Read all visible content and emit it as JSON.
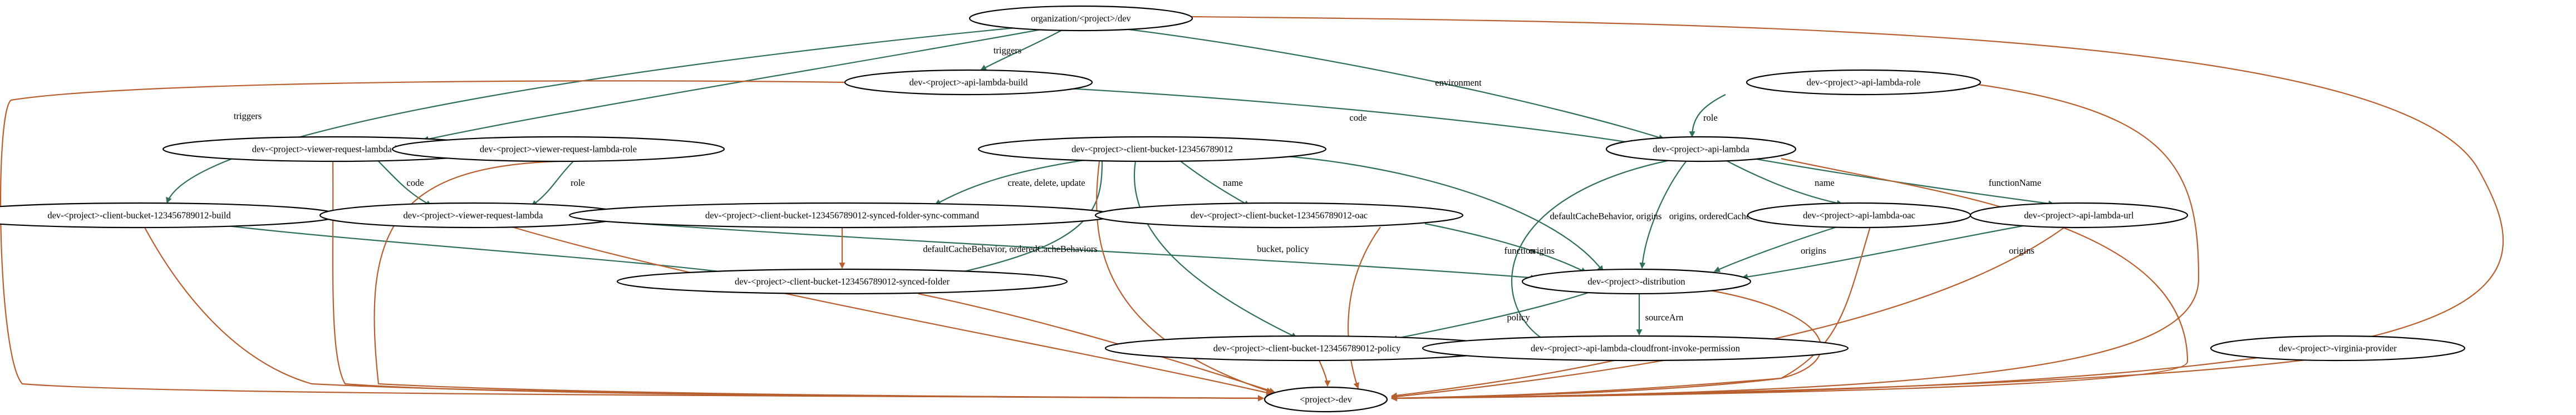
{
  "colors": {
    "dependency_edge": "#2f6e5c",
    "provider_edge": "#b85f30",
    "node_stroke": "#000000",
    "background": "#ffffff"
  },
  "nodes": [
    {
      "id": "org",
      "label": "organization/<project>/dev"
    },
    {
      "id": "api_lambda_build",
      "label": "dev-<project>-api-lambda-build"
    },
    {
      "id": "api_lambda_role",
      "label": "dev-<project>-api-lambda-role"
    },
    {
      "id": "viewer_build",
      "label": "dev-<project>-viewer-request-lambda-build"
    },
    {
      "id": "viewer_role",
      "label": "dev-<project>-viewer-request-lambda-role"
    },
    {
      "id": "client_bucket",
      "label": "dev-<project>-client-bucket-123456789012"
    },
    {
      "id": "api_lambda",
      "label": "dev-<project>-api-lambda"
    },
    {
      "id": "client_build",
      "label": "dev-<project>-client-bucket-123456789012-build"
    },
    {
      "id": "viewer_lambda",
      "label": "dev-<project>-viewer-request-lambda"
    },
    {
      "id": "sync_cmd",
      "label": "dev-<project>-client-bucket-123456789012-synced-folder-sync-command"
    },
    {
      "id": "client_oac",
      "label": "dev-<project>-client-bucket-123456789012-oac"
    },
    {
      "id": "lambda_oac",
      "label": "dev-<project>-api-lambda-oac"
    },
    {
      "id": "lambda_url",
      "label": "dev-<project>-api-lambda-url"
    },
    {
      "id": "synced_folder",
      "label": "dev-<project>-client-bucket-123456789012-synced-folder"
    },
    {
      "id": "distribution",
      "label": "dev-<project>-distribution"
    },
    {
      "id": "bucket_policy",
      "label": "dev-<project>-client-bucket-123456789012-policy"
    },
    {
      "id": "invoke_perm",
      "label": "dev-<project>-api-lambda-cloudfront-invoke-permission"
    },
    {
      "id": "virginia",
      "label": "dev-<project>-virginia-provider"
    },
    {
      "id": "project_dev",
      "label": "<project>-dev"
    }
  ],
  "edges": [
    {
      "from": "org",
      "to": "api_lambda_build",
      "label": "triggers",
      "kind": "dependency"
    },
    {
      "from": "org",
      "to": "viewer_build",
      "label": "triggers",
      "kind": "dependency"
    },
    {
      "from": "org",
      "to": "client_build",
      "label": "triggers",
      "kind": "dependency"
    },
    {
      "from": "org",
      "to": "api_lambda",
      "label": "environment",
      "kind": "dependency"
    },
    {
      "from": "api_lambda_build",
      "to": "api_lambda",
      "label": "code",
      "kind": "dependency"
    },
    {
      "from": "api_lambda_role",
      "to": "api_lambda",
      "label": "role",
      "kind": "dependency"
    },
    {
      "from": "viewer_build",
      "to": "viewer_lambda",
      "label": "code",
      "kind": "dependency"
    },
    {
      "from": "viewer_role",
      "to": "viewer_lambda",
      "label": "role",
      "kind": "dependency"
    },
    {
      "from": "client_bucket",
      "to": "sync_cmd",
      "label": "create, delete, update",
      "kind": "dependency"
    },
    {
      "from": "client_bucket",
      "to": "client_oac",
      "label": "name",
      "kind": "dependency"
    },
    {
      "from": "client_bucket",
      "to": "distribution",
      "label": "defaultCacheBehavior, origins",
      "kind": "dependency"
    },
    {
      "from": "client_bucket",
      "to": "bucket_policy",
      "label": "bucket, policy",
      "kind": "dependency"
    },
    {
      "from": "client_bucket",
      "to": "synced_folder",
      "label": "defaultCacheBehavior, orderedCacheBehaviors",
      "kind": "dependency"
    },
    {
      "from": "client_build",
      "to": "synced_folder",
      "label": "",
      "kind": "dependency"
    },
    {
      "from": "viewer_lambda",
      "to": "distribution",
      "label": "",
      "kind": "dependency"
    },
    {
      "from": "client_oac",
      "to": "distribution",
      "label": "origins",
      "kind": "dependency"
    },
    {
      "from": "api_lambda",
      "to": "distribution",
      "label": "origins, orderedCacheBehaviors",
      "kind": "dependency"
    },
    {
      "from": "api_lambda",
      "to": "lambda_oac",
      "label": "name",
      "kind": "dependency"
    },
    {
      "from": "api_lambda",
      "to": "lambda_url",
      "label": "functionName",
      "kind": "dependency"
    },
    {
      "from": "api_lambda",
      "to": "invoke_perm",
      "label": "function",
      "kind": "dependency"
    },
    {
      "from": "lambda_oac",
      "to": "distribution",
      "label": "origins",
      "kind": "dependency"
    },
    {
      "from": "lambda_url",
      "to": "distribution",
      "label": "origins",
      "kind": "dependency"
    },
    {
      "from": "distribution",
      "to": "bucket_policy",
      "label": "policy",
      "kind": "dependency"
    },
    {
      "from": "distribution",
      "to": "invoke_perm",
      "label": "sourceArn",
      "kind": "dependency"
    },
    {
      "from": "sync_cmd",
      "to": "synced_folder",
      "label": "",
      "kind": "provider"
    },
    {
      "from": "org",
      "to": "project_dev",
      "label": "",
      "kind": "provider"
    },
    {
      "from": "api_lambda_build",
      "to": "project_dev",
      "label": "",
      "kind": "provider"
    },
    {
      "from": "api_lambda_role",
      "to": "project_dev",
      "label": "",
      "kind": "provider"
    },
    {
      "from": "viewer_build",
      "to": "project_dev",
      "label": "",
      "kind": "provider"
    },
    {
      "from": "viewer_role",
      "to": "project_dev",
      "label": "",
      "kind": "provider"
    },
    {
      "from": "client_bucket",
      "to": "project_dev",
      "label": "",
      "kind": "provider"
    },
    {
      "from": "api_lambda",
      "to": "project_dev",
      "label": "",
      "kind": "provider"
    },
    {
      "from": "client_build",
      "to": "project_dev",
      "label": "",
      "kind": "provider"
    },
    {
      "from": "viewer_lambda",
      "to": "project_dev",
      "label": "",
      "kind": "provider"
    },
    {
      "from": "client_oac",
      "to": "project_dev",
      "label": "",
      "kind": "provider"
    },
    {
      "from": "lambda_oac",
      "to": "project_dev",
      "label": "",
      "kind": "provider"
    },
    {
      "from": "lambda_url",
      "to": "project_dev",
      "label": "",
      "kind": "provider"
    },
    {
      "from": "synced_folder",
      "to": "project_dev",
      "label": "",
      "kind": "provider"
    },
    {
      "from": "distribution",
      "to": "project_dev",
      "label": "",
      "kind": "provider"
    },
    {
      "from": "bucket_policy",
      "to": "project_dev",
      "label": "",
      "kind": "provider"
    },
    {
      "from": "invoke_perm",
      "to": "project_dev",
      "label": "",
      "kind": "provider"
    },
    {
      "from": "virginia",
      "to": "project_dev",
      "label": "",
      "kind": "provider"
    }
  ]
}
